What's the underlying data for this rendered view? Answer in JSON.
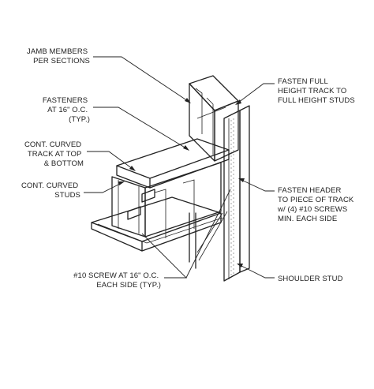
{
  "labels": {
    "jamb_members": [
      "JAMB MEMBERS",
      "PER SECTIONS"
    ],
    "fasteners": [
      "FASTENERS",
      "AT 16\" O.C.",
      "(TYP.)"
    ],
    "cont_curved_track": [
      "CONT. CURVED",
      "TRACK AT TOP",
      "& BOTTOM"
    ],
    "cont_curved_studs": [
      "CONT. CURVED",
      "STUDS"
    ],
    "screw_at_16": [
      "#10 SCREW AT 16\" O.C.",
      "EACH SIDE (TYP.)"
    ],
    "fasten_full_height": [
      "FASTEN FULL",
      "HEIGHT TRACK TO",
      "FULL HEIGHT STUDS"
    ],
    "fasten_header": [
      "FASTEN HEADER",
      "TO PIECE OF TRACK",
      "w/ (4) #10 SCREWS",
      "MIN. EACH SIDE"
    ],
    "shoulder_stud": [
      "SHOULDER STUD"
    ]
  },
  "colors": {
    "line": "#222222",
    "background": "#ffffff"
  }
}
